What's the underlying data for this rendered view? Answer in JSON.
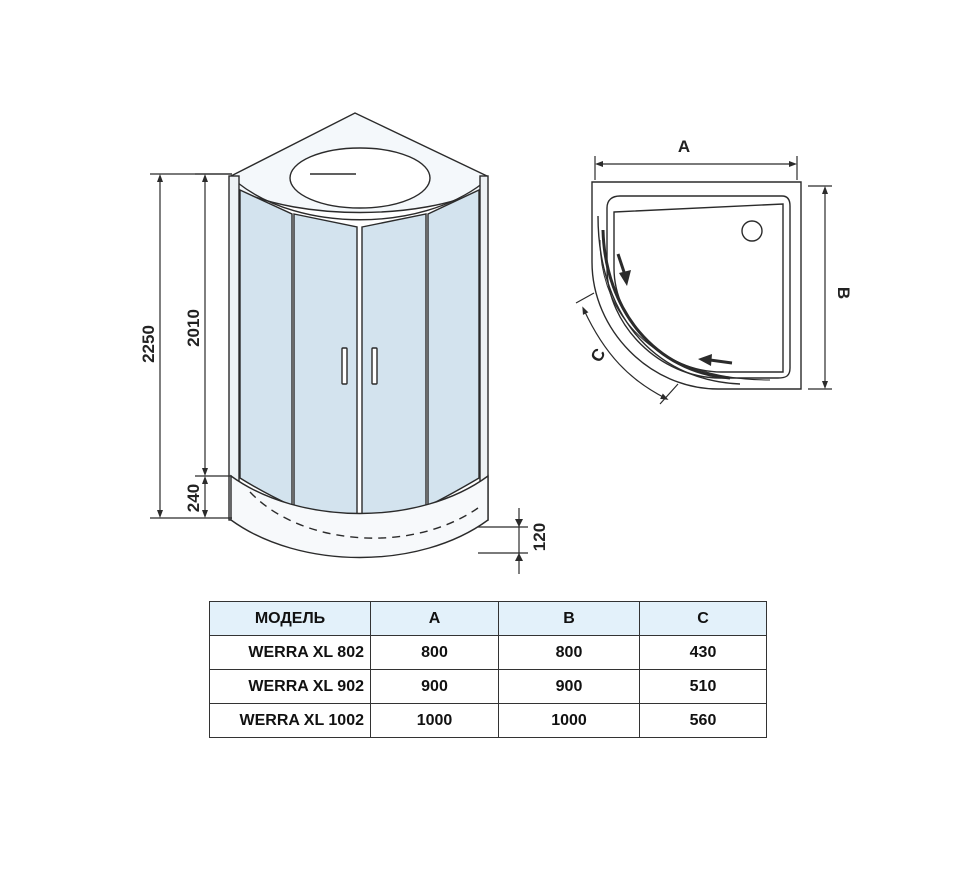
{
  "front_view": {
    "dim_total_height": "2250",
    "dim_cabin_height": "2010",
    "dim_tray_height": "240",
    "dim_tray_depth": "120"
  },
  "plan_view": {
    "dim_a": "A",
    "dim_b": "B",
    "dim_c": "C"
  },
  "table": {
    "headers": [
      "МОДЕЛЬ",
      "A",
      "B",
      "C"
    ],
    "rows": [
      {
        "model": "WERRA XL 802",
        "a": "800",
        "b": "800",
        "c": "430"
      },
      {
        "model": "WERRA XL 902",
        "a": "900",
        "b": "900",
        "c": "510"
      },
      {
        "model": "WERRA XL 1002",
        "a": "1000",
        "b": "1000",
        "c": "560"
      }
    ]
  },
  "colors": {
    "glass": "#d3e3ee",
    "line": "#2b2b2b",
    "header_bg": "#e3f1fa"
  }
}
